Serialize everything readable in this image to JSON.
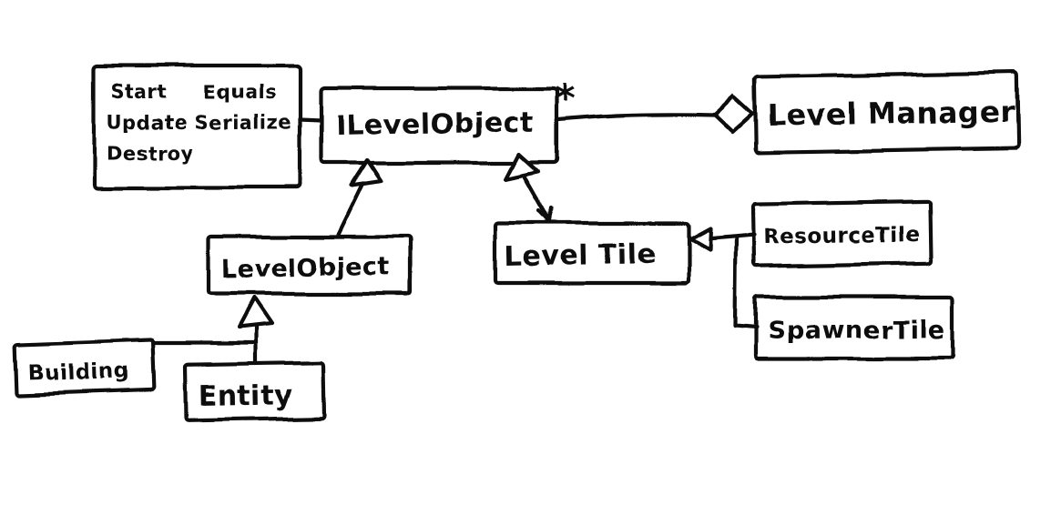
{
  "colors": {
    "ink": "#111111",
    "background": "#ffffff"
  },
  "diagram": {
    "type": "hand-drawn UML class diagram",
    "nodes": {
      "ilevelobject": "ILevelObject",
      "levelmanager": "Level Manager",
      "levelobject": "LevelObject",
      "leveltile": "Level Tile",
      "resourcetile": "ResourceTile",
      "spawnertile": "SpawnerTile",
      "building": "Building",
      "entity": "Entity"
    },
    "methods_note": {
      "col1": [
        "Start",
        "Update",
        "Destroy"
      ],
      "col2": [
        "Equals",
        "Serialize"
      ]
    },
    "multiplicity": "*",
    "relationships": [
      {
        "from": "LevelObject",
        "to": "ILevelObject",
        "type": "inheritance"
      },
      {
        "from": "LevelTile",
        "to": "ILevelObject",
        "type": "inheritance"
      },
      {
        "from": "ResourceTile",
        "to": "LevelTile",
        "type": "inheritance"
      },
      {
        "from": "SpawnerTile",
        "to": "LevelTile",
        "type": "inheritance"
      },
      {
        "from": "Entity",
        "to": "LevelObject",
        "type": "inheritance"
      },
      {
        "from": "Building",
        "to": "LevelObject",
        "type": "inheritance"
      },
      {
        "from": "ILevelObject",
        "to": "LevelManager",
        "type": "aggregation",
        "multiplicity": "*"
      },
      {
        "from": "methods-note",
        "to": "ILevelObject",
        "type": "attachment"
      }
    ]
  }
}
